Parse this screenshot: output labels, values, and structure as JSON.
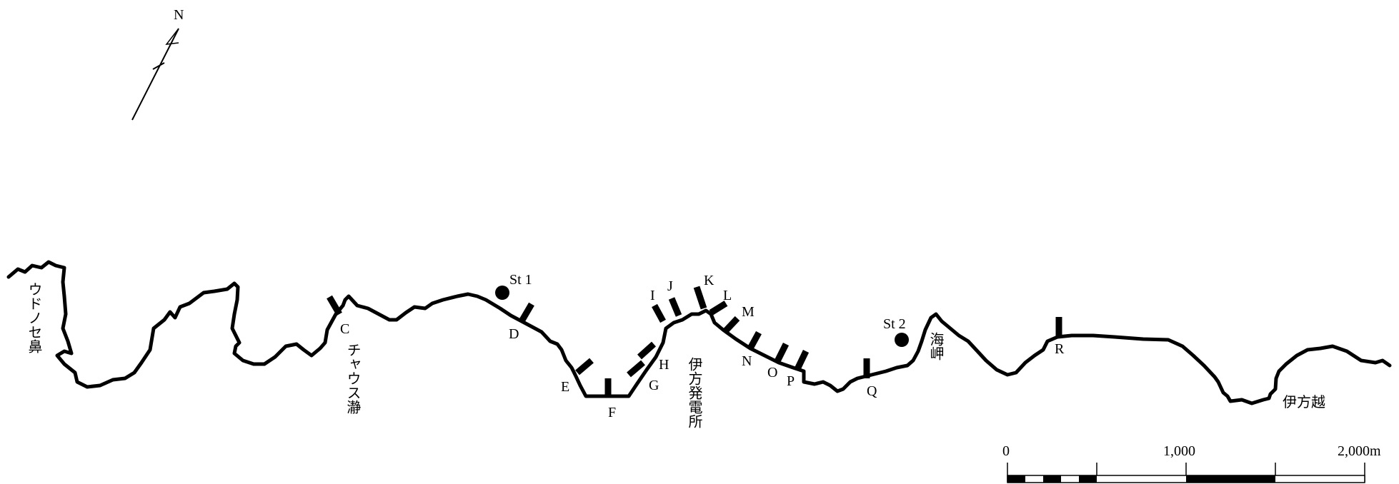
{
  "north_arrow": {
    "label": "N"
  },
  "places": {
    "udonose": "ウドノセ鼻",
    "chausu": "チャウス瀞",
    "ikata_power": "伊方発電所",
    "kaimisaki": "海岬",
    "ikata_goe": "伊方越"
  },
  "stations": [
    "St 1",
    "St 2"
  ],
  "transects": [
    "C",
    "D",
    "E",
    "F",
    "G",
    "H",
    "I",
    "J",
    "K",
    "L",
    "M",
    "N",
    "O",
    "P",
    "Q",
    "R"
  ],
  "scale_bar": {
    "ticks": [
      "0",
      "1,000",
      "2,000m"
    ]
  }
}
